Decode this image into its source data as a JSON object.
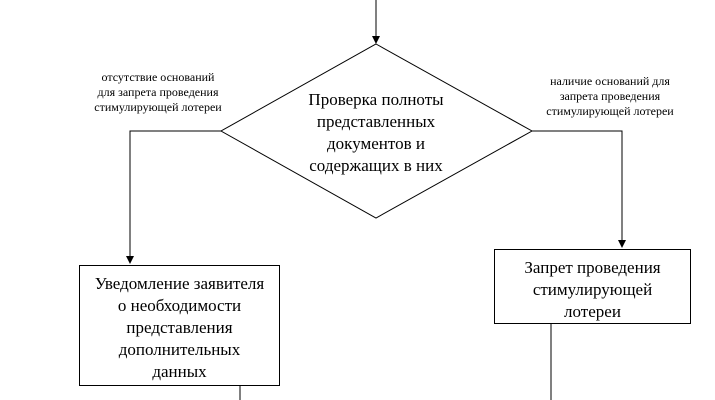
{
  "decision": {
    "lines": [
      "Проверка полноты",
      "представленных",
      "документов и",
      "содержащих в них"
    ]
  },
  "conditions": {
    "left": [
      "отсутствие оснований",
      "для запрета проведения",
      "стимулирующей лотереи"
    ],
    "right": [
      "наличие оснований для",
      "запрета проведения",
      "стимулирующей лотереи"
    ]
  },
  "outcomes": {
    "left": [
      "Уведомление заявителя",
      "о необходимости",
      "представления",
      "дополнительных",
      "данных"
    ],
    "right": [
      "Запрет проведения",
      "стимулирующей",
      "лотереи"
    ]
  }
}
